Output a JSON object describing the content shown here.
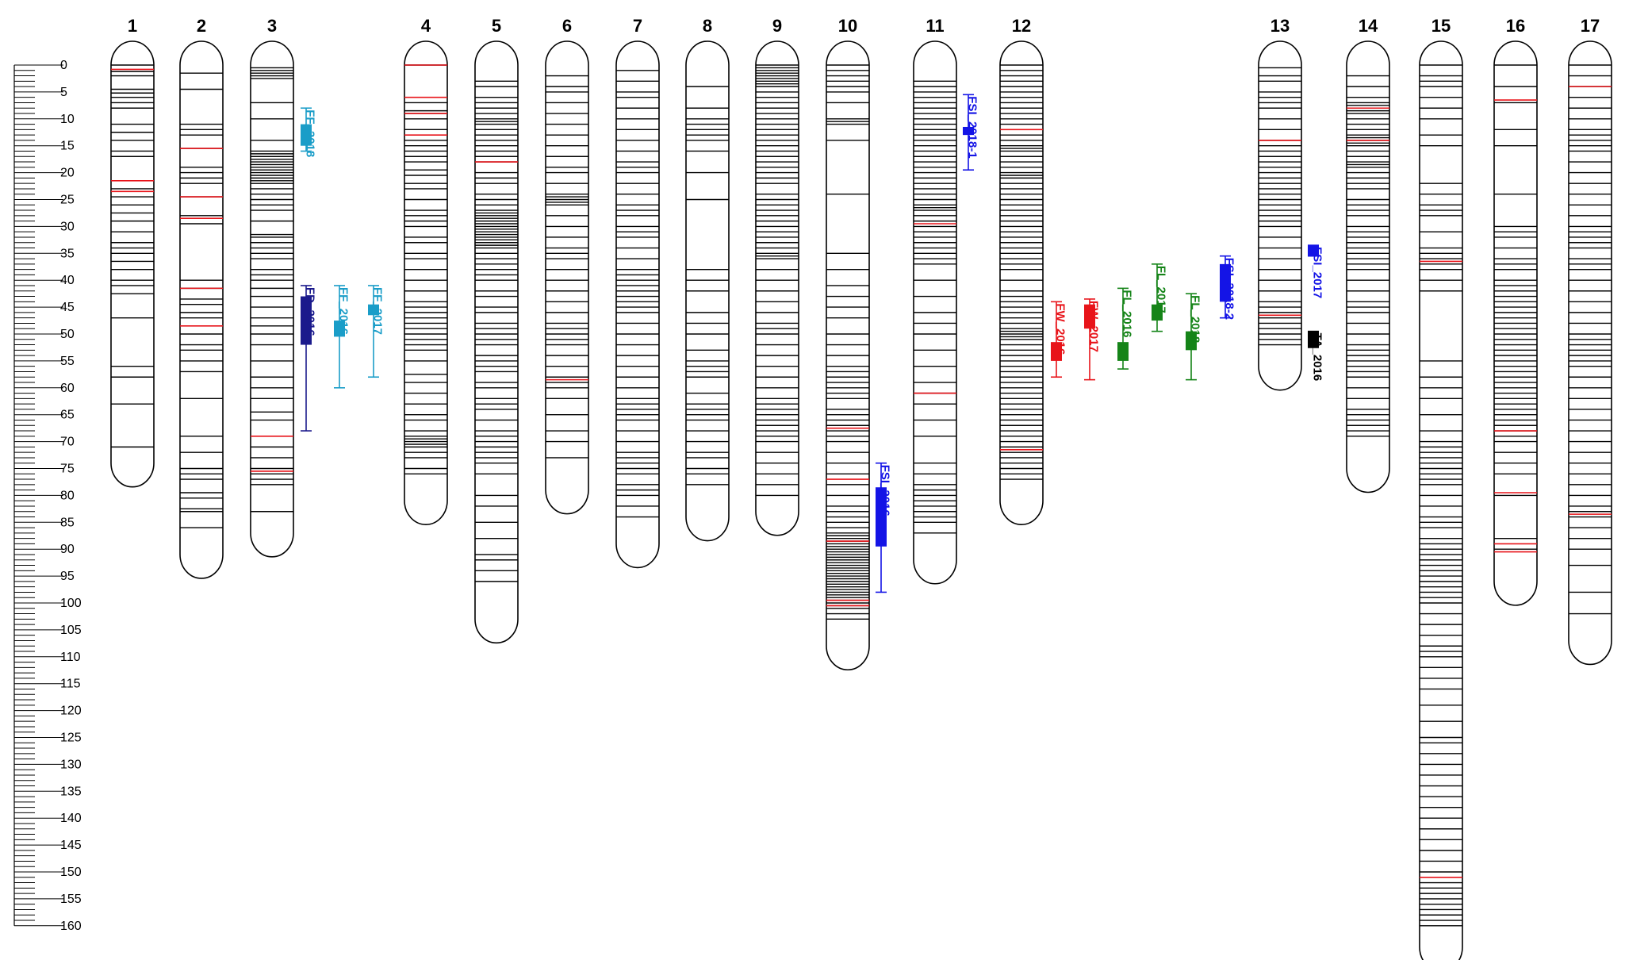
{
  "scale": {
    "min": 0,
    "max": 160,
    "major_step": 5,
    "minor_step": 1,
    "tick_labels": [
      "0",
      "5",
      "10",
      "15",
      "20",
      "25",
      "30",
      "35",
      "40",
      "45",
      "50",
      "55",
      "60",
      "65",
      "70",
      "75",
      "80",
      "85",
      "90",
      "95",
      "100",
      "105",
      "110",
      "115",
      "120",
      "125",
      "130",
      "135",
      "140",
      "145",
      "150",
      "155",
      "160"
    ]
  },
  "colors": {
    "marker": "#000000",
    "highlight_marker": "#e8141a",
    "outline": "#000000"
  },
  "linkage_groups": [
    {
      "label": "1",
      "length": 74,
      "markers": [
        0,
        1.2,
        2,
        4.5,
        5.2,
        6,
        7,
        8,
        11,
        12.5,
        14,
        16,
        17,
        21.5,
        23,
        24.5,
        26,
        27.5,
        29,
        31,
        33,
        34,
        35,
        36.5,
        38,
        40,
        41,
        42.5,
        47,
        56,
        58,
        63,
        71
      ],
      "highlight": [
        0.8,
        21.5,
        23.5
      ]
    },
    {
      "label": "2",
      "length": 91,
      "markers": [
        1.5,
        4.5,
        11,
        12,
        13,
        15.5,
        19,
        20,
        21,
        22,
        24.5,
        28,
        28.5,
        29.5,
        40,
        41.5,
        43.5,
        44.5,
        46,
        47,
        48.5,
        50,
        52,
        53,
        55,
        57,
        62,
        69,
        72,
        75,
        76,
        77,
        79.5,
        80.5,
        82.5,
        83,
        86
      ],
      "highlight": [
        15.5,
        24.5,
        28.5,
        41.5,
        48.5
      ]
    },
    {
      "label": "3",
      "length": 87,
      "markers": [
        0.5,
        1,
        1.5,
        2,
        2.5,
        7,
        10,
        14,
        16,
        16.5,
        17,
        17.5,
        18,
        18.5,
        19,
        19.5,
        20,
        20.5,
        21,
        21.5,
        22,
        23,
        24,
        25,
        26,
        27,
        29,
        31.5,
        32,
        33,
        34,
        35,
        36,
        38,
        39,
        40,
        41.5,
        43,
        45,
        47,
        48.5,
        50,
        52,
        55,
        58,
        60,
        62,
        64.5,
        66,
        69,
        71,
        73,
        75,
        76,
        77,
        78,
        83
      ],
      "highlight": [
        69,
        75.5
      ]
    },
    {
      "label": "4",
      "length": 81,
      "markers": [
        0,
        6,
        7,
        8.5,
        9,
        10,
        12,
        13,
        14,
        15,
        16,
        17,
        18,
        19.5,
        20.5,
        22,
        23,
        25,
        27,
        28,
        29,
        30,
        32,
        33,
        35,
        36,
        38,
        40,
        42,
        44,
        45,
        46,
        47,
        48,
        49,
        50,
        51,
        52,
        53,
        55,
        57.5,
        59,
        61,
        63,
        65,
        66,
        68,
        69,
        69.5,
        70,
        70.5,
        71,
        72,
        73,
        75,
        76
      ],
      "highlight": [
        0,
        6,
        9,
        13
      ]
    },
    {
      "label": "5",
      "length": 103,
      "markers": [
        3,
        4,
        6,
        7,
        8,
        9,
        10,
        10.5,
        11,
        12,
        13,
        14,
        15,
        16,
        17,
        18,
        20,
        21,
        22,
        24,
        25,
        26,
        27,
        27.5,
        28,
        28.5,
        29,
        29.5,
        30,
        30.5,
        31,
        31.5,
        32,
        32.5,
        33,
        33.5,
        34,
        35,
        36,
        37,
        38,
        39,
        40,
        42,
        43,
        45,
        46,
        48,
        49,
        50,
        51,
        52,
        54,
        55,
        56,
        57,
        59,
        60,
        62,
        63,
        64,
        66,
        68,
        69,
        70,
        71,
        72,
        73,
        74,
        76,
        80,
        82,
        85,
        88,
        91,
        92,
        94,
        96
      ],
      "highlight": [
        18
      ]
    },
    {
      "label": "6",
      "length": 79,
      "markers": [
        2,
        4,
        5,
        7,
        9,
        11,
        13,
        15,
        17,
        19,
        20,
        22,
        24,
        24.5,
        25,
        25.5,
        26,
        28,
        30,
        32,
        34,
        35,
        36,
        38,
        40,
        42,
        44,
        46,
        48,
        49,
        50,
        51,
        52,
        54,
        56,
        58,
        59,
        60,
        62,
        65,
        68,
        70,
        73
      ],
      "highlight": [
        58.5
      ]
    },
    {
      "label": "7",
      "length": 89,
      "markers": [
        1,
        3,
        5,
        6,
        8,
        10,
        12,
        14,
        16,
        18,
        19,
        20,
        22,
        24,
        26,
        27,
        28,
        30,
        31,
        32,
        34,
        36,
        38,
        39,
        40,
        41,
        42,
        43,
        44,
        45,
        46,
        48,
        50,
        52,
        54,
        56,
        58,
        60,
        62,
        63,
        64,
        65,
        66,
        68,
        70,
        72,
        73,
        74,
        75,
        76,
        78,
        79,
        80,
        82,
        84
      ],
      "highlight": []
    },
    {
      "label": "8",
      "length": 84,
      "markers": [
        4,
        8,
        10,
        11,
        12,
        13,
        14,
        16,
        20,
        25,
        38,
        40,
        42,
        46,
        48,
        50,
        53,
        55,
        56,
        57,
        58,
        61,
        63,
        64,
        65,
        66,
        68,
        70,
        72,
        73,
        75,
        76,
        78
      ],
      "highlight": []
    },
    {
      "label": "9",
      "length": 83,
      "markers": [
        0,
        0.5,
        1,
        1.5,
        2,
        2.5,
        3,
        3.5,
        4,
        5,
        6,
        7,
        8,
        9,
        10,
        11,
        12,
        13,
        14,
        15,
        16,
        17,
        18,
        19,
        20,
        21,
        22,
        24,
        25,
        26,
        27,
        28,
        29,
        30,
        31,
        32,
        33,
        34,
        35,
        35.5,
        36,
        38,
        40,
        42,
        44,
        46,
        48,
        49,
        50,
        52,
        54,
        56,
        58,
        60,
        62,
        63,
        64,
        65,
        66,
        67,
        68,
        69,
        70,
        72,
        74,
        76,
        78,
        80
      ],
      "highlight": []
    },
    {
      "label": "10",
      "length": 108,
      "markers": [
        0,
        1,
        2,
        3,
        4,
        5,
        7,
        10,
        10.5,
        11,
        14,
        24,
        35,
        38,
        41,
        43,
        45,
        47,
        50,
        52,
        54,
        56,
        57,
        58,
        59,
        60,
        61,
        62,
        64,
        65,
        66,
        67,
        68,
        69,
        70,
        72,
        74,
        76,
        78,
        80,
        82,
        83,
        84,
        85,
        86,
        87,
        87.5,
        88,
        88.5,
        89,
        89.5,
        90,
        90.5,
        91,
        91.5,
        92,
        92.5,
        93,
        93.5,
        94,
        94.5,
        95,
        95.5,
        96,
        96.5,
        97,
        97.5,
        98,
        98.5,
        99,
        99.5,
        100,
        100.5,
        101,
        102,
        103
      ],
      "highlight": [
        67.5,
        77,
        88.5,
        99.5,
        100.5
      ]
    },
    {
      "label": "11",
      "length": 92,
      "markers": [
        3,
        4,
        5,
        6,
        7,
        8,
        9,
        10,
        11,
        12,
        13,
        14,
        15,
        16,
        17,
        18,
        19,
        20,
        21,
        22,
        23,
        24,
        25,
        26,
        26.5,
        27,
        28,
        29,
        30,
        31,
        32,
        33,
        34,
        35,
        36,
        37,
        40,
        43,
        46,
        48,
        50,
        53,
        56,
        59,
        61,
        63,
        66,
        69,
        74,
        76,
        78,
        79,
        80,
        81,
        82,
        83,
        84,
        85,
        87
      ],
      "highlight": [
        29.5,
        61
      ]
    },
    {
      "label": "12",
      "length": 81,
      "markers": [
        0,
        1,
        2,
        3,
        4,
        5,
        6,
        7,
        8,
        9,
        10,
        11,
        12,
        13,
        14,
        15,
        15.5,
        16,
        17,
        18,
        19,
        20,
        20.5,
        21,
        22,
        23,
        24,
        25,
        26,
        27,
        28,
        29,
        30,
        31,
        32,
        33,
        34,
        35,
        36,
        37,
        38,
        40,
        42,
        43,
        44,
        45,
        46,
        47,
        48,
        49,
        49.5,
        50,
        50.5,
        51,
        52,
        53,
        54,
        55,
        56,
        57,
        58,
        59,
        60,
        61,
        62,
        63,
        64,
        65,
        66,
        67,
        68,
        69,
        70,
        71,
        71.5,
        72,
        73,
        74,
        75,
        76,
        77
      ],
      "highlight": [
        12,
        71.5
      ]
    },
    {
      "label": "13",
      "length": 56,
      "markers": [
        0.5,
        2,
        3,
        5,
        6,
        7,
        8,
        10,
        12,
        14,
        15,
        16,
        17,
        18,
        19,
        20,
        21,
        22,
        23,
        24,
        25,
        26,
        27,
        28,
        29,
        30,
        32,
        34,
        36,
        38,
        40,
        42,
        44,
        45,
        46,
        47,
        48,
        49,
        50,
        51,
        52
      ],
      "highlight": [
        14,
        46.5
      ]
    },
    {
      "label": "14",
      "length": 75,
      "markers": [
        2,
        4,
        6,
        7,
        7.5,
        8,
        8.5,
        9,
        10,
        11,
        12,
        13,
        13.5,
        14,
        14.5,
        15,
        16,
        17,
        18,
        18.5,
        19,
        20,
        21,
        22,
        23,
        25,
        26,
        27,
        28,
        30,
        31,
        32,
        33,
        34,
        35,
        36,
        37,
        38,
        40,
        42,
        44,
        45,
        46,
        48,
        50,
        52,
        53,
        54,
        55,
        56,
        57,
        58,
        60,
        62,
        64,
        65,
        66,
        67,
        68,
        69
      ],
      "highlight": [
        8,
        14
      ]
    },
    {
      "label": "15",
      "length": 164,
      "markers": [
        0,
        2,
        3,
        4,
        6,
        8,
        10,
        13,
        15,
        22,
        24,
        26,
        27,
        28,
        31,
        34,
        35,
        36,
        37,
        38,
        40,
        42,
        55,
        58,
        60,
        62,
        65,
        68,
        70,
        71,
        72,
        73,
        74,
        75,
        76,
        77,
        78,
        80,
        82,
        84,
        85,
        86,
        88,
        89,
        90,
        91,
        92,
        93,
        94,
        95,
        96,
        97,
        98,
        99,
        100,
        102,
        104,
        106,
        108,
        109,
        110,
        112,
        114,
        116,
        119,
        122,
        125,
        126,
        128,
        130,
        132,
        134,
        136,
        138,
        140,
        142,
        144,
        146,
        148,
        150,
        151,
        152,
        153,
        154,
        155,
        156,
        157,
        158,
        159,
        160
      ],
      "highlight": [
        36.5,
        151
      ]
    },
    {
      "label": "16",
      "length": 96,
      "markers": [
        0,
        4,
        7,
        12,
        15,
        24,
        30,
        31,
        32,
        34,
        36,
        37,
        38,
        40,
        41,
        42,
        43,
        44,
        45,
        46,
        47,
        48,
        49,
        50,
        51,
        52,
        53,
        54,
        55,
        56,
        57,
        58,
        59,
        60,
        61,
        62,
        63,
        64,
        65,
        66,
        67,
        68,
        69,
        70,
        72,
        74,
        76,
        80,
        88,
        90
      ],
      "highlight": [
        6.5,
        68,
        79.5,
        89,
        90.5
      ]
    },
    {
      "label": "17",
      "length": 107,
      "markers": [
        0,
        2,
        4,
        6,
        8,
        10,
        12,
        13,
        14,
        15,
        16,
        18,
        20,
        22,
        24,
        26,
        28,
        30,
        31,
        32,
        33,
        34,
        36,
        37,
        38,
        40,
        42,
        44,
        46,
        48,
        50,
        51,
        52,
        53,
        54,
        55,
        56,
        58,
        60,
        62,
        64,
        66,
        68,
        70,
        72,
        74,
        76,
        78,
        80,
        82,
        83,
        84,
        86,
        88,
        90,
        93,
        98,
        102
      ],
      "highlight": [
        4,
        83.5
      ]
    }
  ],
  "qtls": [
    {
      "label": "FF_2018",
      "color": "#1a9dc8",
      "lg": "3",
      "side": 1,
      "low": 8,
      "high": 16,
      "box_low": 11,
      "box_high": 15
    },
    {
      "label": "FD_2016",
      "color": "#1b1a8c",
      "lg": "3",
      "side": 1,
      "low": 41,
      "high": 68,
      "box_low": 43,
      "box_high": 52
    },
    {
      "label": "FF_2016",
      "color": "#1a9dc8",
      "lg": "3",
      "side": 2,
      "low": 41,
      "high": 60,
      "box_low": 47.5,
      "box_high": 50.5
    },
    {
      "label": "FF_2017",
      "color": "#1a9dc8",
      "lg": "3",
      "side": 3,
      "low": 41,
      "high": 58,
      "box_low": 44.5,
      "box_high": 46.5
    },
    {
      "label": "FSI_2016",
      "color": "#1414e6",
      "lg": "10",
      "side": 1,
      "low": 74,
      "high": 98,
      "box_low": 78.5,
      "box_high": 89.5
    },
    {
      "label": "FSI_2018-1",
      "color": "#1414e6",
      "lg": "11",
      "side": 1,
      "low": 5.5,
      "high": 19.5,
      "box_low": 11.5,
      "box_high": 13
    },
    {
      "label": "FW_2016",
      "color": "#e8141a",
      "lg": "12",
      "side": 1,
      "low": 44,
      "high": 58,
      "box_low": 51.5,
      "box_high": 55
    },
    {
      "label": "FW_2017",
      "color": "#e8141a",
      "lg": "12",
      "side": 2,
      "low": 43.5,
      "high": 58.5,
      "box_low": 44.5,
      "box_high": 49
    },
    {
      "label": "FL_2016",
      "color": "#158418",
      "lg": "12",
      "side": 3,
      "low": 41.5,
      "high": 56.5,
      "box_low": 51.5,
      "box_high": 55
    },
    {
      "label": "FL_2017",
      "color": "#158418",
      "lg": "12",
      "side": 4,
      "low": 37,
      "high": 49.5,
      "box_low": 44.5,
      "box_high": 47.5
    },
    {
      "label": "FL_2018",
      "color": "#158418",
      "lg": "12",
      "side": 5,
      "low": 42.5,
      "high": 58.5,
      "box_low": 49.5,
      "box_high": 53
    },
    {
      "label": "FSI_2018-2",
      "color": "#1414e6",
      "lg": "12",
      "side": 6,
      "low": 35.5,
      "high": 47,
      "box_low": 37,
      "box_high": 44
    },
    {
      "label": "FSI_2017",
      "color": "#1414e6",
      "lg": "13",
      "side": 1,
      "low": 33.5,
      "high": 35.5,
      "box_low": 33.5,
      "box_high": 35.5
    },
    {
      "label": "TA_2016",
      "color": "#000000",
      "lg": "13",
      "side": 1,
      "low": 49.5,
      "high": 52.5,
      "box_low": 49.5,
      "box_high": 52.5
    }
  ]
}
